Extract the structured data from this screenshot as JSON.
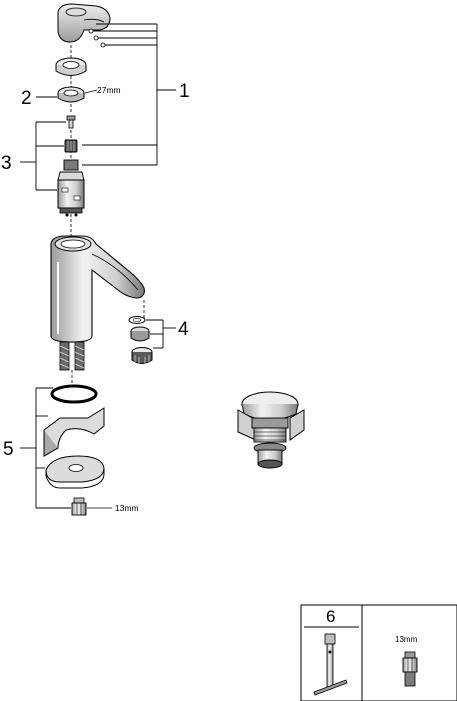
{
  "callouts": {
    "part1": "1",
    "part2": "2",
    "part3": "3",
    "part4": "4",
    "part5": "5",
    "part6": "6"
  },
  "dimensions": {
    "bonnet_nut": "27mm",
    "hose_nut": "13mm",
    "tool_nut": "13mm"
  },
  "icons": [
    "lever-handle-icon",
    "cap-ring-icon",
    "bonnet-nut-icon",
    "screw-icon",
    "cartridge-icon",
    "faucet-body-icon",
    "aerator-icon",
    "flex-hose-icon",
    "gasket-ring-icon",
    "mounting-bracket-icon",
    "fixing-nut-icon",
    "pop-up-waste-icon",
    "cartridge-tool-icon"
  ],
  "colors": {
    "line": "#000000",
    "fill_light": "#e6e6e6",
    "fill_mid": "#b8b8b8",
    "fill_dark": "#555555"
  }
}
